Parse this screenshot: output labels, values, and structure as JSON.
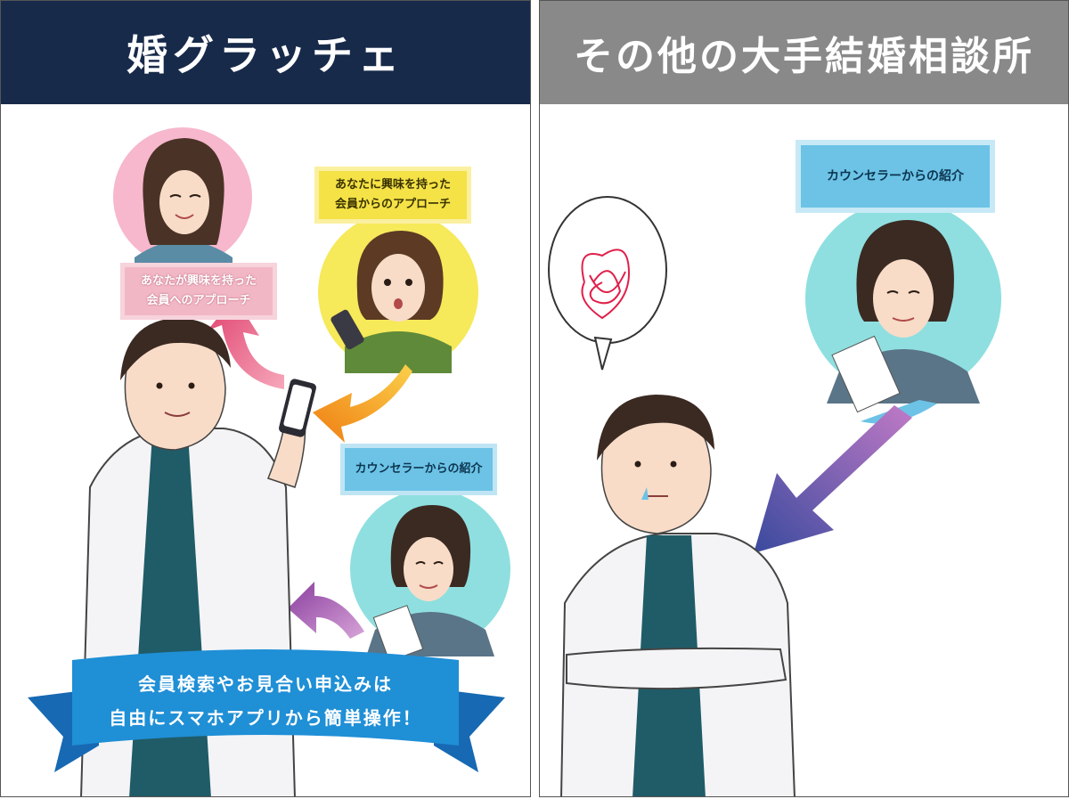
{
  "left_panel": {
    "title": "婚グラッチェ",
    "label_pink": {
      "line1": "あなたが興味を持った",
      "line2": "会員へのアプローチ"
    },
    "label_yellow": {
      "line1": "あなたに興味を持った",
      "line2": "会員からのアプローチ"
    },
    "label_counselor": "カウンセラーからの紹介",
    "banner": {
      "line1": "会員検索やお見合い申込みは",
      "line2": "自由にスマホアプリから簡単操作！"
    }
  },
  "right_panel": {
    "title": "その他の大手結婚相談所",
    "label_counselor": "カウンセラーからの紹介"
  },
  "colors": {
    "left_header": "#172a4a",
    "right_header": "#898989",
    "pink_circle": "#f7b7cd",
    "yellow_circle": "#f6e95a",
    "teal_circle": "#8fdfe0",
    "banner_blue": "#1f8fd6"
  }
}
